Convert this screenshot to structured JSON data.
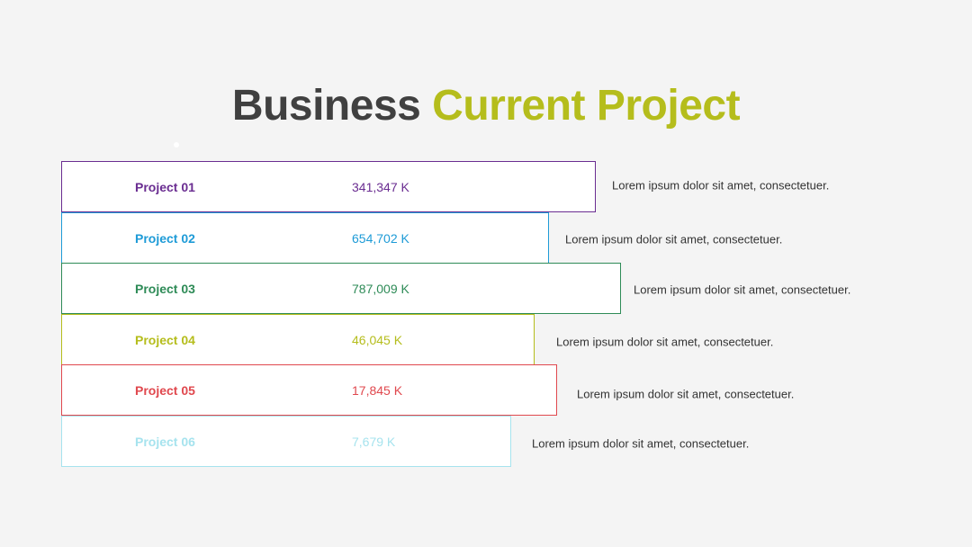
{
  "title": {
    "part1": "Business",
    "part2": "Current Project"
  },
  "colors": {
    "title_dark": "#404040",
    "title_accent": "#b5bd1c"
  },
  "projects": [
    {
      "name": "Project 01",
      "value": "341,347 K",
      "description": "Lorem ipsum dolor sit amet, consectetuer.",
      "color": "#6a2d91"
    },
    {
      "name": "Project 02",
      "value": "654,702 K",
      "description": "Lorem ipsum dolor sit amet, consectetuer.",
      "color": "#1e9bd7"
    },
    {
      "name": "Project 03",
      "value": "787,009 K",
      "description": "Lorem ipsum dolor sit amet, consectetuer.",
      "color": "#2e8b57"
    },
    {
      "name": "Project 04",
      "value": "46,045 K",
      "description": "Lorem ipsum dolor sit amet, consectetuer.",
      "color": "#b5bd1c"
    },
    {
      "name": "Project 05",
      "value": "17,845 K",
      "description": "Lorem ipsum dolor sit amet, consectetuer.",
      "color": "#e0484e"
    },
    {
      "name": "Project 06",
      "value": "7,679 K",
      "description": "Lorem ipsum dolor sit amet, consectetuer.",
      "color": "#a6e3ee"
    }
  ]
}
